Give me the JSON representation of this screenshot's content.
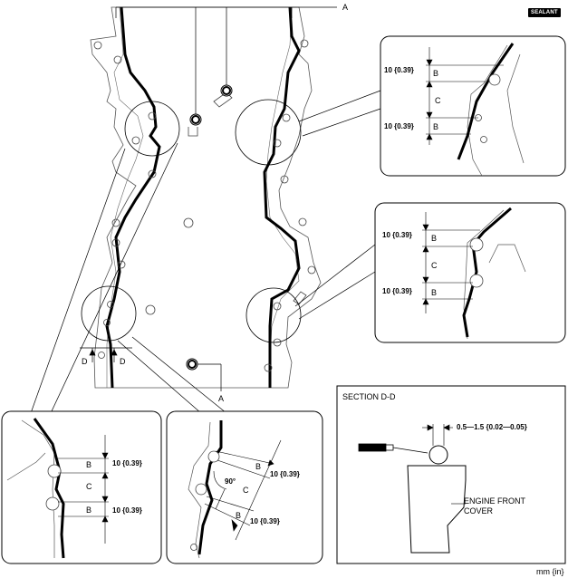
{
  "sealant_label": "SEALANT",
  "section_title": "SECTION D-D",
  "labels": {
    "A": "A",
    "B": "B",
    "C": "C",
    "D": "D"
  },
  "dim_10": "10 {0.39}",
  "dim_gap": "0.5—1.5 {0.02—0.05}",
  "angle": "90°",
  "engine_front_cover_line1": "ENGINE FRONT",
  "engine_front_cover_line2": "COVER",
  "unit_note": "mm {in}"
}
